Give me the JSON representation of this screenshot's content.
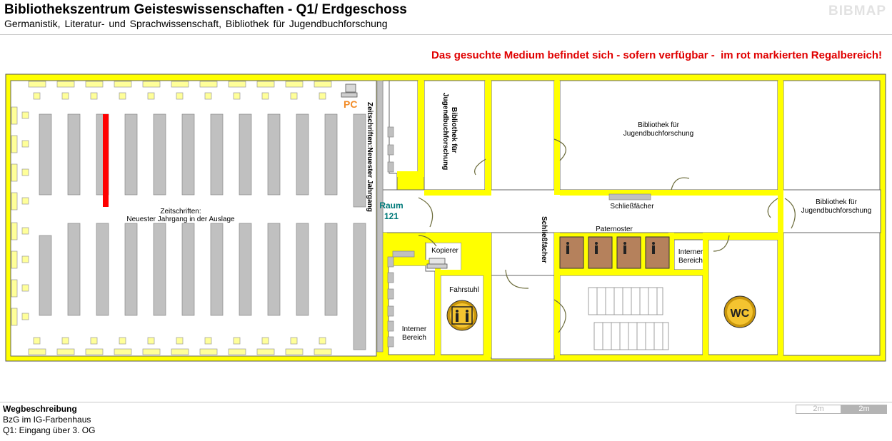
{
  "header": {
    "title": "Bibliothekszentrum Geisteswissenschaften - Q1/ Erdgeschoss",
    "subtitle": "Germanistik, Literatur- und Sprachwissenschaft, Bibliothek für Jugendbuchforschung",
    "logo": "BIBMAP"
  },
  "notice": "Das gesuchte Medium befindet sich - sofern verfügbar -  im rot markierten Regalbereich!",
  "map": {
    "pc_label": "PC",
    "zeitschriften_label": "Zeitschriften:",
    "zeitschriften_sub": "Neuester Jahrgang in der Auslage",
    "zeitschriften_vertical": "Zeitschriften:Neuester Jahrgang",
    "raum_line1": "Raum",
    "raum_line2": "121",
    "jugend_vertical_1": "Bibliothek für",
    "jugend_vertical_2": "Jugendbuchforschung",
    "jugend_main_1": "Bibliothek für",
    "jugend_main_2": "Jugendbuchforschung",
    "jugend_right_1": "Bibliothek für",
    "jugend_right_2": "Jugendbuchforschung",
    "schliessfaecher_h": "Schließfächer",
    "schliessfaecher_v": "Schließfächer",
    "paternoster": "Paternoster",
    "interner_1a": "Interner",
    "interner_1b": "Bereich",
    "interner_2a": "Interner",
    "interner_2b": "Bereich",
    "kopierer": "Kopierer",
    "fahrstuhl": "Fahrstuhl",
    "wc": "WC",
    "highlight_color": "#ff0000",
    "wall_color": "#ffff00"
  },
  "footer": {
    "heading": "Wegbeschreibung",
    "line1": "BzG im IG-Farbenhaus",
    "line2": "Q1: Eingang über 3. OG"
  },
  "scale": {
    "seg1": "2m",
    "seg2": "2m"
  }
}
